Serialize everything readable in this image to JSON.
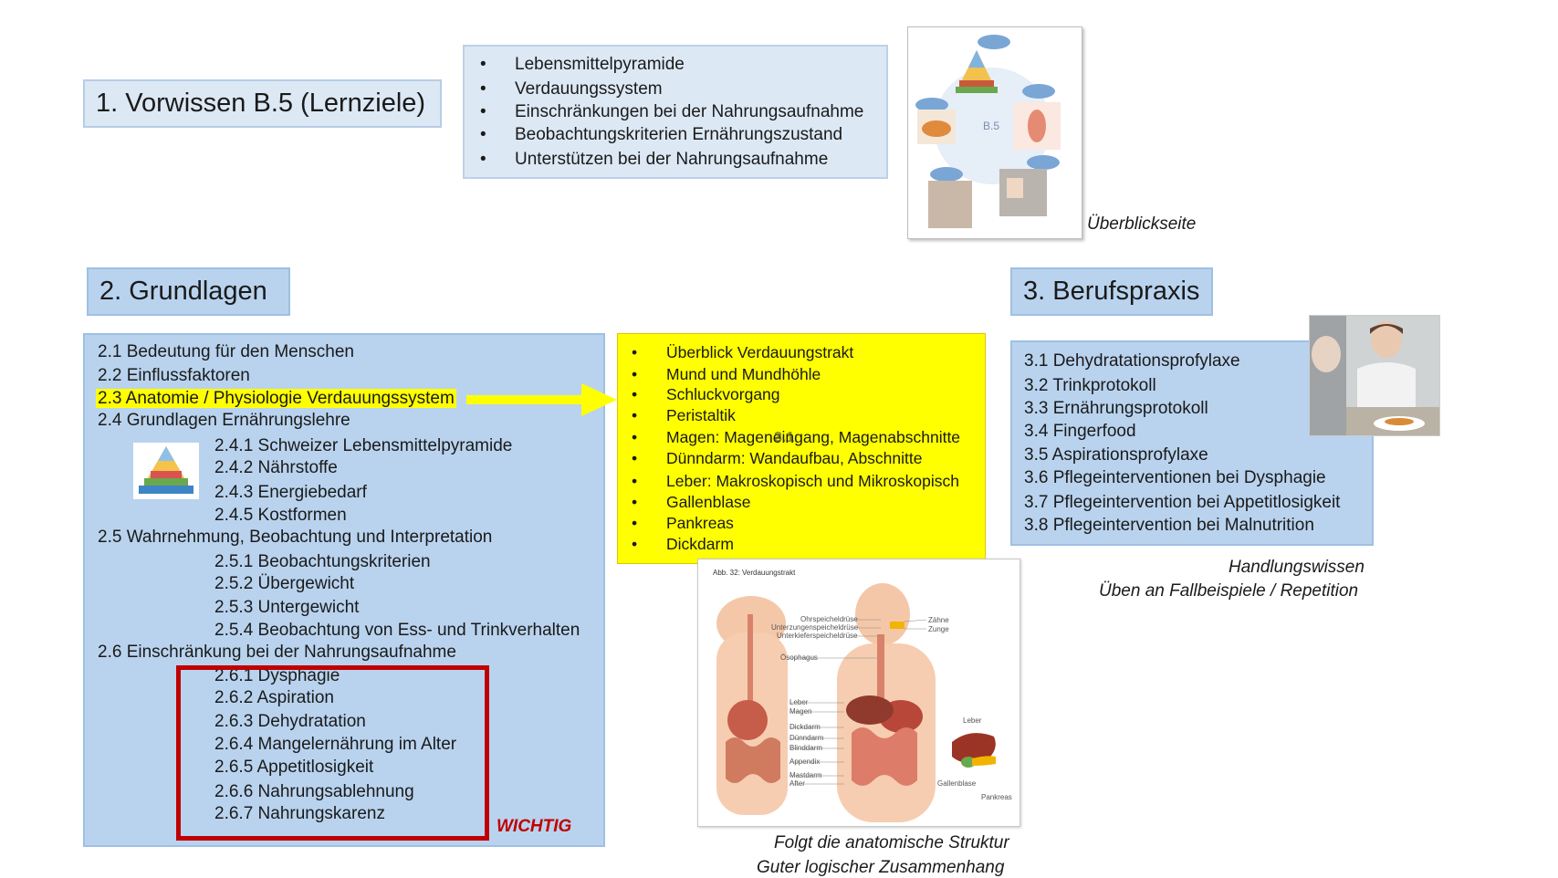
{
  "section1": {
    "header": "1. Vorwissen B.5 (Lernziele)",
    "items": [
      "Lebensmittelpyramide",
      "Verdauungssystem",
      "Einschränkungen bei der Nahrungsaufnahme",
      "Beobachtungskriterien Ernährungszustand",
      "Unterstützen bei der Nahrungsaufnahme"
    ],
    "overview_caption": "Überblickseite",
    "overview_center_label": "B.5"
  },
  "section2": {
    "header": "2. Grundlagen",
    "items": [
      "2.1 Bedeutung für den Menschen",
      "2.2 Einflussfaktoren",
      "2.3 Anatomie / Physiologie Verdauungssystem",
      "2.4 Grundlagen Ernährungslehre",
      "2.4.1 Schweizer Lebensmittelpyramide",
      "2.4.2 Nährstoffe",
      "2.4.3 Energiebedarf",
      "2.4.5 Kostformen",
      "2.5 Wahrnehmung, Beobachtung und Interpretation",
      "2.5.1 Beobachtungskriterien",
      "2.5.2 Übergewicht",
      "2.5.3 Untergewicht",
      "2.5.4 Beobachtung von Ess- und Trinkverhalten",
      "2.6 Einschränkung bei der Nahrungsaufnahme",
      "2.6.1 Dysphagie",
      "2.6.2 Aspiration",
      "2.6.3 Dehydratation",
      "2.6.4 Mangelernährung im Alter",
      "2.6.5 Appetitlosigkeit",
      "2.6.6 Nahrungsablehnung",
      "2.6.7 Nahrungskarenz"
    ],
    "wichtig_label": "WICHTIG"
  },
  "yellow": {
    "items": [
      "Überblick Verdauungstrakt",
      "Mund und Mundhöhle",
      "Schluckvorgang",
      "Peristaltik",
      "Magen: Mageneingang, Magenabschnitte",
      "Dünndarm: Wandaufbau, Abschnitte",
      "Leber: Makroskopisch und Mikroskopisch",
      "Gallenblase",
      "Pankreas",
      "Dickdarm"
    ],
    "overlay_label": "3.1"
  },
  "anatomy": {
    "title": "Abb. 32: Verdauungstrakt",
    "labels": [
      "Ohrspeicheldrüse",
      "Unterzungenspeicheldrüse",
      "Unterkieferspeicheldrüse",
      "Zähne",
      "Zunge",
      "Ösophagus",
      "Leber",
      "Magen",
      "Dickdarm",
      "Dünndarm",
      "Blinddarm",
      "Appendix",
      "Mastdarm",
      "After",
      "Leber",
      "Gallenblase",
      "Pankreas"
    ],
    "caption1": "Folgt die anatomische Struktur",
    "caption2": "Guter logischer Zusammenhang"
  },
  "section3": {
    "header": "3. Berufspraxis",
    "items": [
      "3.1 Dehydratationsprofylaxe",
      "3.2 Trinkprotokoll",
      "3.3 Ernährungsprotokoll",
      "3.4 Fingerfood",
      "3.5 Aspirationsprofylaxe",
      "3.6 Pflegeinterventionen bei Dysphagie",
      "3.7 Pflegeintervention bei Appetitlosigkeit",
      "3.8 Pflegeintervention bei Malnutrition"
    ],
    "caption1": "Handlungswissen",
    "caption2": "Üben an Fallbeispiele / Repetition"
  },
  "colors": {
    "light_blue": "#dce8f4",
    "mid_blue": "#b9d3ee",
    "yellow": "#ffff00",
    "red": "#c00000"
  }
}
